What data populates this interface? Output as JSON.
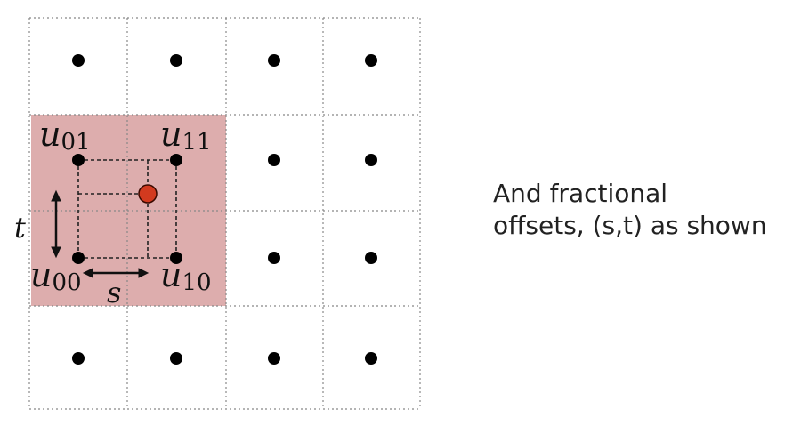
{
  "diagram": {
    "grid": {
      "rows": 4,
      "cols": 4
    },
    "highlight_color": "#d9a4a4",
    "sample_point_color": "#d23a1f",
    "labels": {
      "u01": {
        "base": "u",
        "sub": "01"
      },
      "u11": {
        "base": "u",
        "sub": "11"
      },
      "u00": {
        "base": "u",
        "sub": "00"
      },
      "u10": {
        "base": "u",
        "sub": "10"
      },
      "s": "s",
      "t": "t"
    }
  },
  "caption": {
    "line1": "And fractional",
    "line2": "offsets, (s,t) as shown"
  }
}
